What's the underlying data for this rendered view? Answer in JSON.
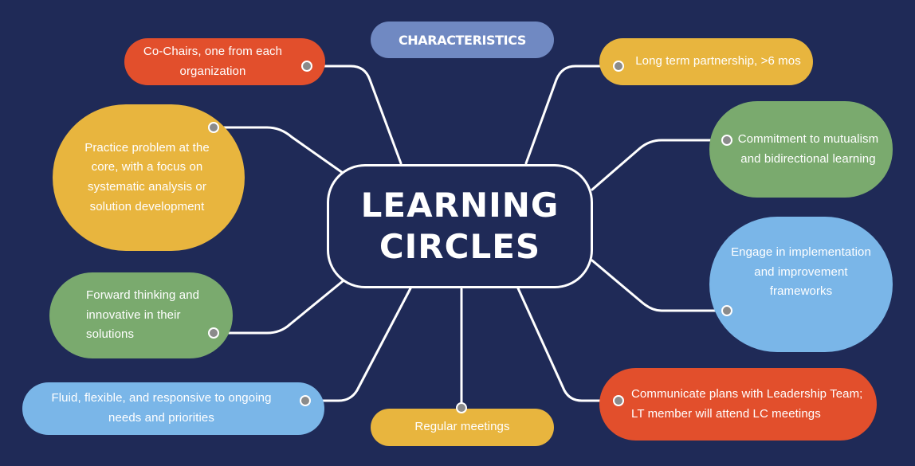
{
  "title": "CHARACTERISTICS",
  "center": {
    "line1": "LEARNING",
    "line2": "CIRCLES"
  },
  "colors": {
    "background": "#1f2a57",
    "red": "#e24f2c",
    "yellow": "#e8b53e",
    "green": "#7aaa6e",
    "blue": "#7ab6e8",
    "header": "#7089c2"
  },
  "nodes": [
    {
      "id": "co-chairs",
      "text": "Co-Chairs, one from each\norganization",
      "color": "red"
    },
    {
      "id": "practice-problem",
      "text": "Practice problem    at the\ncore, with a focus on\nsystematic analysis or\nsolution development",
      "color": "yellow"
    },
    {
      "id": "forward-thinking",
      "text": "Forward thinking and\n        innovative in their\n             solutions",
      "color": "green"
    },
    {
      "id": "fluid-flexible",
      "text": "Fluid, flexible, and responsive to ongoing\nneeds and priorities",
      "color": "blue"
    },
    {
      "id": "regular-meetings",
      "text": "Regular meetings",
      "color": "yellow"
    },
    {
      "id": "long-term",
      "text": "Long term partnership, >6 mos",
      "color": "yellow"
    },
    {
      "id": "commitment",
      "text": "Commitment to mutualism\nand bidirectional learning",
      "color": "green"
    },
    {
      "id": "engage",
      "text": "Engage in implementation\nand improvement\nframeworks",
      "color": "blue"
    },
    {
      "id": "communicate",
      "text": "Communicate plans with Leadership Team;\nLT member will attend LC meetings",
      "color": "red"
    }
  ]
}
